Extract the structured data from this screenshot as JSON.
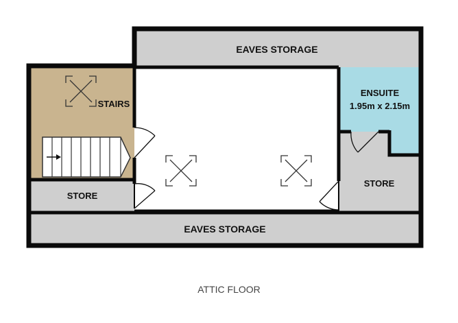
{
  "plan": {
    "caption": "ATTIC FLOOR",
    "rooms": {
      "eaves_top": "EAVES STORAGE",
      "eaves_bottom": "EAVES STORAGE",
      "stairs": "STAIRS",
      "store_left": "STORE",
      "store_right": "STORE",
      "ensuite_name": "ENSUITE",
      "ensuite_size": "1.95m x 2.15m"
    },
    "colors": {
      "wall": "#0a0a0a",
      "storage": "#cfcfcf",
      "stairs": "#c9b48f",
      "ensuite": "#a9dbe5",
      "main": "#ffffff"
    },
    "icons": [
      "skylight-icon",
      "door-swing-icon",
      "stair-arrow-icon"
    ]
  }
}
